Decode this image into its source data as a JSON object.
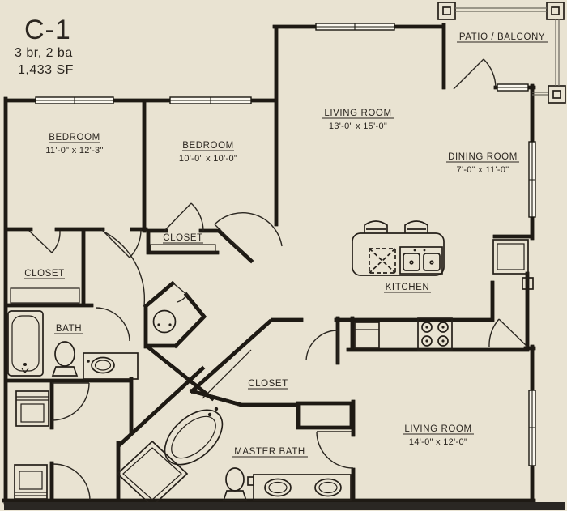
{
  "header": {
    "unit": "C-1",
    "config": "3 br, 2 ba",
    "area": "1,433 SF"
  },
  "rooms": [
    {
      "key": "bedroom-1",
      "label": "BEDROOM",
      "dims": "11'-0\" x 12'-3\""
    },
    {
      "key": "bedroom-2",
      "label": "BEDROOM",
      "dims": "10'-0\" x 10'-0\""
    },
    {
      "key": "living-room-upper",
      "label": "LIVING ROOM",
      "dims": "13'-0\" x 15'-0\""
    },
    {
      "key": "dining-room",
      "label": "DINING ROOM",
      "dims": "7'-0\" x 11'-0\""
    },
    {
      "key": "living-room-lower",
      "label": "LIVING ROOM",
      "dims": "14'-0\" x 12'-0\""
    }
  ],
  "areas": [
    {
      "key": "patio",
      "label": "PATIO / BALCONY"
    },
    {
      "key": "kitchen",
      "label": "KITCHEN"
    },
    {
      "key": "closet-bedroom-2",
      "label": "CLOSET"
    },
    {
      "key": "closet-bedroom-1",
      "label": "CLOSET"
    },
    {
      "key": "bath",
      "label": "BATH"
    },
    {
      "key": "closet-master",
      "label": "CLOSET"
    },
    {
      "key": "master-bath",
      "label": "MASTER BATH"
    }
  ],
  "colors": {
    "background": "#e9e3d2",
    "wall": "#1e1a14",
    "text": "#2b2620",
    "window_fill": "#faf7ee",
    "footer_bar": "#2a2723"
  }
}
